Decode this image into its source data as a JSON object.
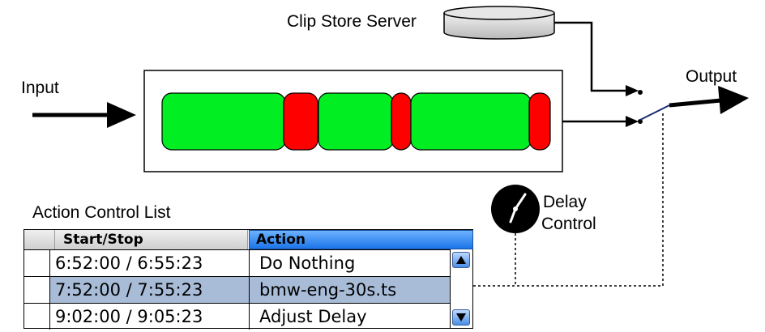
{
  "labels": {
    "clip_store_server": "Clip Store Server",
    "input": "Input",
    "output": "Output",
    "delay_control_line1": "Delay",
    "delay_control_line2": "Control",
    "action_control_list": "Action Control List"
  },
  "buffer": {
    "segments": [
      "green",
      "red",
      "green",
      "red",
      "green",
      "red"
    ]
  },
  "colors": {
    "program_segment": "#00ee22",
    "ad_segment": "#ff0000",
    "header_selected": "#1c74e8",
    "row_selected": "#a8bcd8"
  },
  "action_list": {
    "columns": [
      "Start/Stop",
      "Action"
    ],
    "rows": [
      {
        "start_stop": "6:52:00 / 6:55:23",
        "action": "Do Nothing",
        "selected": false
      },
      {
        "start_stop": "7:52:00 / 7:55:23",
        "action": "bmw-eng-30s.ts",
        "selected": true
      },
      {
        "start_stop": "9:02:00 / 9:05:23",
        "action": "Adjust Delay",
        "selected": false
      }
    ]
  },
  "icons": {
    "clock": "clock-icon",
    "server": "database-cylinder-icon",
    "scroll_up": "triangle-up-icon",
    "scroll_down": "triangle-down-icon"
  }
}
